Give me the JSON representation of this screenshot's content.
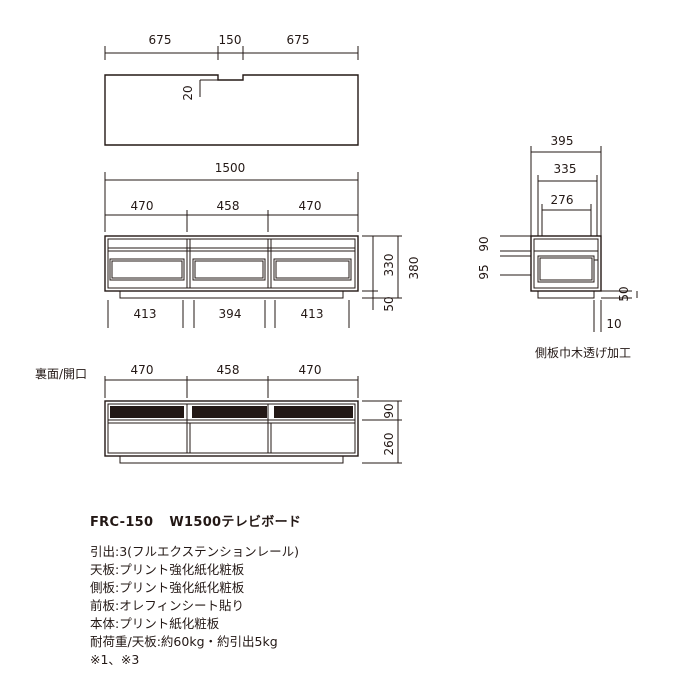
{
  "top_view": {
    "dims": [
      "675",
      "150",
      "675"
    ],
    "notch": "20"
  },
  "front_view": {
    "overall": "1500",
    "sections": [
      "470",
      "458",
      "470"
    ],
    "height_inner": "330",
    "height_total": "380",
    "base": "50",
    "drawers": [
      "413",
      "394",
      "413"
    ]
  },
  "side_view": {
    "dims": [
      "395",
      "335",
      "276"
    ],
    "heights": [
      "90",
      "95"
    ],
    "base": "50",
    "offset": "10",
    "caption": "側板巾木透げ加工"
  },
  "back_view": {
    "label": "裏面/開口",
    "sections": [
      "470",
      "458",
      "470"
    ],
    "heights": [
      "90",
      "260"
    ]
  },
  "specs": {
    "model": "FRC-150",
    "name": "W1500テレビボード",
    "lines": [
      "引出:3(フルエクステンションレール)",
      "天板:プリント強化紙化粧板",
      "側板:プリント強化紙化粧板",
      "前板:オレフィンシート貼り",
      "本体:プリント紙化粧板",
      "耐荷重/天板:約60kg・約引出5kg",
      "※1、※3"
    ]
  }
}
